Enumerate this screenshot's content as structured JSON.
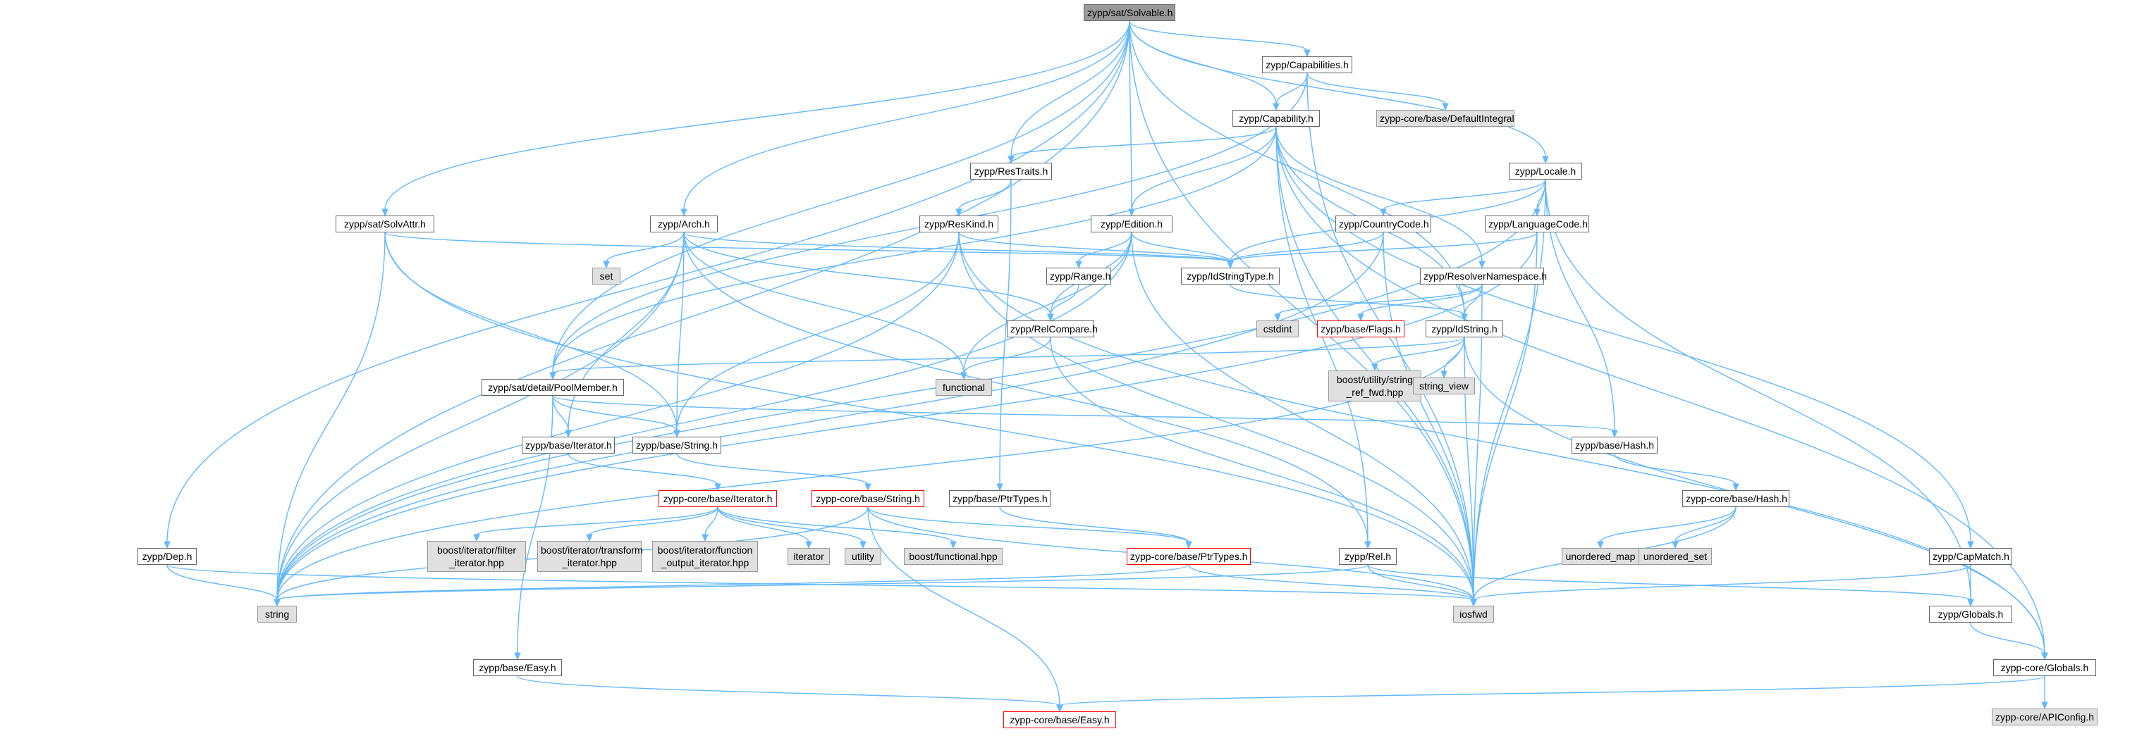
{
  "colors": {
    "edge": "#63b8ff",
    "node_border": "#666666",
    "external_border": "#999999",
    "incomplete_border": "#ff0000",
    "root_fill": "#999999",
    "node_fill": "#ffffff",
    "external_fill": "#e0e0e0"
  },
  "nodes": [
    {
      "id": "solvable",
      "label": "zypp/sat/Solvable.h",
      "kind": "root"
    },
    {
      "id": "capabilities",
      "label": "zypp/Capabilities.h",
      "kind": "file"
    },
    {
      "id": "defaultintegral",
      "label": "zypp-core/base/DefaultIntegral",
      "kind": "external"
    },
    {
      "id": "capability",
      "label": "zypp/Capability.h",
      "kind": "file"
    },
    {
      "id": "restraits",
      "label": "zypp/ResTraits.h",
      "kind": "file"
    },
    {
      "id": "locale",
      "label": "zypp/Locale.h",
      "kind": "file"
    },
    {
      "id": "solvattr",
      "label": "zypp/sat/SolvAttr.h",
      "kind": "file"
    },
    {
      "id": "arch",
      "label": "zypp/Arch.h",
      "kind": "file"
    },
    {
      "id": "reskind",
      "label": "zypp/ResKind.h",
      "kind": "file"
    },
    {
      "id": "edition",
      "label": "zypp/Edition.h",
      "kind": "file"
    },
    {
      "id": "countrycode",
      "label": "zypp/CountryCode.h",
      "kind": "file"
    },
    {
      "id": "languagecode",
      "label": "zypp/LanguageCode.h",
      "kind": "file"
    },
    {
      "id": "set",
      "label": "set",
      "kind": "external"
    },
    {
      "id": "range",
      "label": "zypp/Range.h",
      "kind": "file"
    },
    {
      "id": "idstringtype",
      "label": "zypp/IdStringType.h",
      "kind": "file"
    },
    {
      "id": "resolvernamespace",
      "label": "zypp/ResolverNamespace.h",
      "kind": "file"
    },
    {
      "id": "relcompare",
      "label": "zypp/RelCompare.h",
      "kind": "file"
    },
    {
      "id": "cstdint",
      "label": "cstdint",
      "kind": "external"
    },
    {
      "id": "flags",
      "label": "zypp/base/Flags.h",
      "kind": "incomplete"
    },
    {
      "id": "idstring",
      "label": "zypp/IdString.h",
      "kind": "file"
    },
    {
      "id": "functional",
      "label": "functional",
      "kind": "external"
    },
    {
      "id": "boostutil",
      "label": "boost/utility/string\n_ref_fwd.hpp",
      "kind": "external"
    },
    {
      "id": "stringview",
      "label": "string_view",
      "kind": "external"
    },
    {
      "id": "poolmember",
      "label": "zypp/sat/detail/PoolMember.h",
      "kind": "file"
    },
    {
      "id": "baseiterator",
      "label": "zypp/base/Iterator.h",
      "kind": "file"
    },
    {
      "id": "basestring",
      "label": "zypp/base/String.h",
      "kind": "file"
    },
    {
      "id": "basehash",
      "label": "zypp/base/Hash.h",
      "kind": "file"
    },
    {
      "id": "coreiterator",
      "label": "zypp-core/base/Iterator.h",
      "kind": "incomplete"
    },
    {
      "id": "corestring",
      "label": "zypp-core/base/String.h",
      "kind": "incomplete"
    },
    {
      "id": "ptrtypes",
      "label": "zypp/base/PtrTypes.h",
      "kind": "file"
    },
    {
      "id": "corehash",
      "label": "zypp-core/base/Hash.h",
      "kind": "file"
    },
    {
      "id": "dep",
      "label": "zypp/Dep.h",
      "kind": "file"
    },
    {
      "id": "boostfilter",
      "label": "boost/iterator/filter\n_iterator.hpp",
      "kind": "external"
    },
    {
      "id": "boosttransform",
      "label": "boost/iterator/transform\n_iterator.hpp",
      "kind": "external"
    },
    {
      "id": "boostfunction",
      "label": "boost/iterator/function\n_output_iterator.hpp",
      "kind": "external"
    },
    {
      "id": "iterator",
      "label": "iterator",
      "kind": "external"
    },
    {
      "id": "utility",
      "label": "utility",
      "kind": "external"
    },
    {
      "id": "boostfunctional",
      "label": "boost/functional.hpp",
      "kind": "external"
    },
    {
      "id": "coreptrtypes",
      "label": "zypp-core/base/PtrTypes.h",
      "kind": "incomplete"
    },
    {
      "id": "rel",
      "label": "zypp/Rel.h",
      "kind": "file"
    },
    {
      "id": "unorderedmap",
      "label": "unordered_map",
      "kind": "external"
    },
    {
      "id": "unorderedset",
      "label": "unordered_set",
      "kind": "external"
    },
    {
      "id": "capmatch",
      "label": "zypp/CapMatch.h",
      "kind": "file"
    },
    {
      "id": "string",
      "label": "string",
      "kind": "external"
    },
    {
      "id": "iosfwd",
      "label": "iosfwd",
      "kind": "external"
    },
    {
      "id": "globals",
      "label": "zypp/Globals.h",
      "kind": "file"
    },
    {
      "id": "baseeasy",
      "label": "zypp/base/Easy.h",
      "kind": "file"
    },
    {
      "id": "coreglobals",
      "label": "zypp-core/Globals.h",
      "kind": "file"
    },
    {
      "id": "coreeasy",
      "label": "zypp-core/base/Easy.h",
      "kind": "incomplete"
    },
    {
      "id": "apiconfig",
      "label": "zypp-core/APIConfig.h",
      "kind": "external"
    }
  ],
  "edges": [
    [
      "solvable",
      "capabilities"
    ],
    [
      "solvable",
      "capability"
    ],
    [
      "solvable",
      "restraits"
    ],
    [
      "solvable",
      "locale"
    ],
    [
      "solvable",
      "solvattr"
    ],
    [
      "solvable",
      "arch"
    ],
    [
      "solvable",
      "edition"
    ],
    [
      "solvable",
      "poolmember"
    ],
    [
      "solvable",
      "dep"
    ],
    [
      "solvable",
      "idstring"
    ],
    [
      "solvable",
      "iosfwd"
    ],
    [
      "solvable",
      "string"
    ],
    [
      "capabilities",
      "defaultintegral"
    ],
    [
      "capabilities",
      "capability"
    ],
    [
      "capabilities",
      "poolmember"
    ],
    [
      "capabilities",
      "iosfwd"
    ],
    [
      "capability",
      "restraits"
    ],
    [
      "capability",
      "edition"
    ],
    [
      "capability",
      "resolvernamespace"
    ],
    [
      "capability",
      "rel"
    ],
    [
      "capability",
      "idstring"
    ],
    [
      "capability",
      "poolmember"
    ],
    [
      "capability",
      "capmatch"
    ],
    [
      "capability",
      "coreglobals"
    ],
    [
      "capability",
      "iosfwd"
    ],
    [
      "restraits",
      "reskind"
    ],
    [
      "restraits",
      "ptrtypes"
    ],
    [
      "locale",
      "countrycode"
    ],
    [
      "locale",
      "languagecode"
    ],
    [
      "locale",
      "idstringtype"
    ],
    [
      "locale",
      "basehash"
    ],
    [
      "locale",
      "iosfwd"
    ],
    [
      "locale",
      "string"
    ],
    [
      "locale",
      "globals"
    ],
    [
      "solvattr",
      "idstringtype"
    ],
    [
      "solvattr",
      "basestring"
    ],
    [
      "solvattr",
      "iosfwd"
    ],
    [
      "solvattr",
      "string"
    ],
    [
      "arch",
      "set"
    ],
    [
      "arch",
      "idstringtype"
    ],
    [
      "arch",
      "baseiterator"
    ],
    [
      "arch",
      "basestring"
    ],
    [
      "arch",
      "relcompare"
    ],
    [
      "arch",
      "functional"
    ],
    [
      "arch",
      "string"
    ],
    [
      "arch",
      "rel"
    ],
    [
      "reskind",
      "idstringtype"
    ],
    [
      "reskind",
      "basestring"
    ],
    [
      "reskind",
      "iosfwd"
    ],
    [
      "reskind",
      "string"
    ],
    [
      "reskind",
      "coreglobals"
    ],
    [
      "edition",
      "idstringtype"
    ],
    [
      "edition",
      "range"
    ],
    [
      "edition",
      "relcompare"
    ],
    [
      "edition",
      "functional"
    ],
    [
      "edition",
      "iosfwd"
    ],
    [
      "edition",
      "string"
    ],
    [
      "countrycode",
      "idstringtype"
    ],
    [
      "countrycode",
      "iosfwd"
    ],
    [
      "countrycode",
      "string"
    ],
    [
      "languagecode",
      "idstringtype"
    ],
    [
      "languagecode",
      "iosfwd"
    ],
    [
      "languagecode",
      "string"
    ],
    [
      "range",
      "relcompare"
    ],
    [
      "idstringtype",
      "idstring"
    ],
    [
      "resolvernamespace",
      "cstdint"
    ],
    [
      "resolvernamespace",
      "flags"
    ],
    [
      "resolvernamespace",
      "idstring"
    ],
    [
      "resolvernamespace",
      "iosfwd"
    ],
    [
      "relcompare",
      "functional"
    ],
    [
      "relcompare",
      "iosfwd"
    ],
    [
      "idstring",
      "boostutil"
    ],
    [
      "idstring",
      "stringview"
    ],
    [
      "idstring",
      "iosfwd"
    ],
    [
      "idstring",
      "poolmember"
    ],
    [
      "idstring",
      "string"
    ],
    [
      "idstring",
      "coreglobals"
    ],
    [
      "poolmember",
      "baseiterator"
    ],
    [
      "poolmember",
      "basestring"
    ],
    [
      "poolmember",
      "basehash"
    ],
    [
      "poolmember",
      "baseeasy"
    ],
    [
      "baseiterator",
      "coreiterator"
    ],
    [
      "basestring",
      "corestring"
    ],
    [
      "basehash",
      "corehash"
    ],
    [
      "coreiterator",
      "boostfilter"
    ],
    [
      "coreiterator",
      "boosttransform"
    ],
    [
      "coreiterator",
      "boostfunction"
    ],
    [
      "coreiterator",
      "iterator"
    ],
    [
      "coreiterator",
      "utility"
    ],
    [
      "coreiterator",
      "boostfunctional"
    ],
    [
      "corestring",
      "string"
    ],
    [
      "corestring",
      "iosfwd"
    ],
    [
      "corestring",
      "coreptrtypes"
    ],
    [
      "corestring",
      "coreeasy"
    ],
    [
      "ptrtypes",
      "coreptrtypes"
    ],
    [
      "coreptrtypes",
      "string"
    ],
    [
      "coreptrtypes",
      "iosfwd"
    ],
    [
      "corehash",
      "unorderedmap"
    ],
    [
      "corehash",
      "unorderedset"
    ],
    [
      "corehash",
      "iosfwd"
    ],
    [
      "dep",
      "string"
    ],
    [
      "dep",
      "iosfwd"
    ],
    [
      "rel",
      "string"
    ],
    [
      "rel",
      "iosfwd"
    ],
    [
      "rel",
      "globals"
    ],
    [
      "capmatch",
      "iosfwd"
    ],
    [
      "capmatch",
      "globals"
    ],
    [
      "globals",
      "coreglobals"
    ],
    [
      "baseeasy",
      "coreeasy"
    ],
    [
      "coreglobals",
      "apiconfig"
    ],
    [
      "coreglobals",
      "coreeasy"
    ]
  ]
}
